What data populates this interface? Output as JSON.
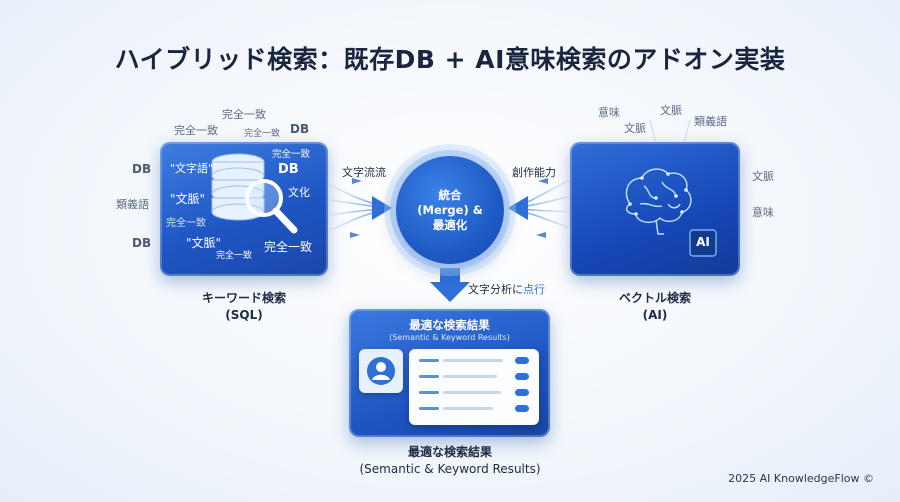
{
  "title": "ハイブリッド検索：既存DB + AI意味検索のアドオン実装",
  "left": {
    "caption_line1": "キーワード検索",
    "caption_line2": "(SQL)",
    "floating": {
      "f1": "完全一致",
      "f2": "完全一致",
      "f3": "完全一致",
      "f4": "DB",
      "f5": "DB",
      "f6": "類義語",
      "f7": "DB"
    },
    "inner": {
      "i1": "\"文字語\"",
      "i2": "\"文脈\"",
      "i3": "完全一致",
      "i4": "\"文脈\"",
      "i5": "完全一致",
      "i6": "完全一致",
      "i7": "DB",
      "i8": "文化",
      "i9": "完全一致"
    }
  },
  "right": {
    "caption_line1": "ベクトル検索",
    "caption_line2": "(AI)",
    "floating": {
      "f1": "意味",
      "f2": "文脈",
      "f3": "文脈",
      "f4": "類義語",
      "f5": "文脈",
      "f6": "意味"
    },
    "chip": "AI"
  },
  "hub": {
    "line1": "統合",
    "line2": "(Merge) &",
    "line3": "最適化"
  },
  "flows": {
    "left": "文字流流",
    "right": "創作能力",
    "down_prefix": "文字分析に",
    "down_highlight": "点行"
  },
  "result": {
    "title": "最適な検索結果",
    "subtitle": "(Semantic & Keyword Results)",
    "caption_line1": "最適な検索結果",
    "caption_line2": "(Semantic & Keyword Results)"
  },
  "footer": "2025 AI KnowledgeFlow ©",
  "colors": {
    "accent": "#1f5bc6",
    "panel": "#2a64d0",
    "highlight": "#2b74d8"
  }
}
